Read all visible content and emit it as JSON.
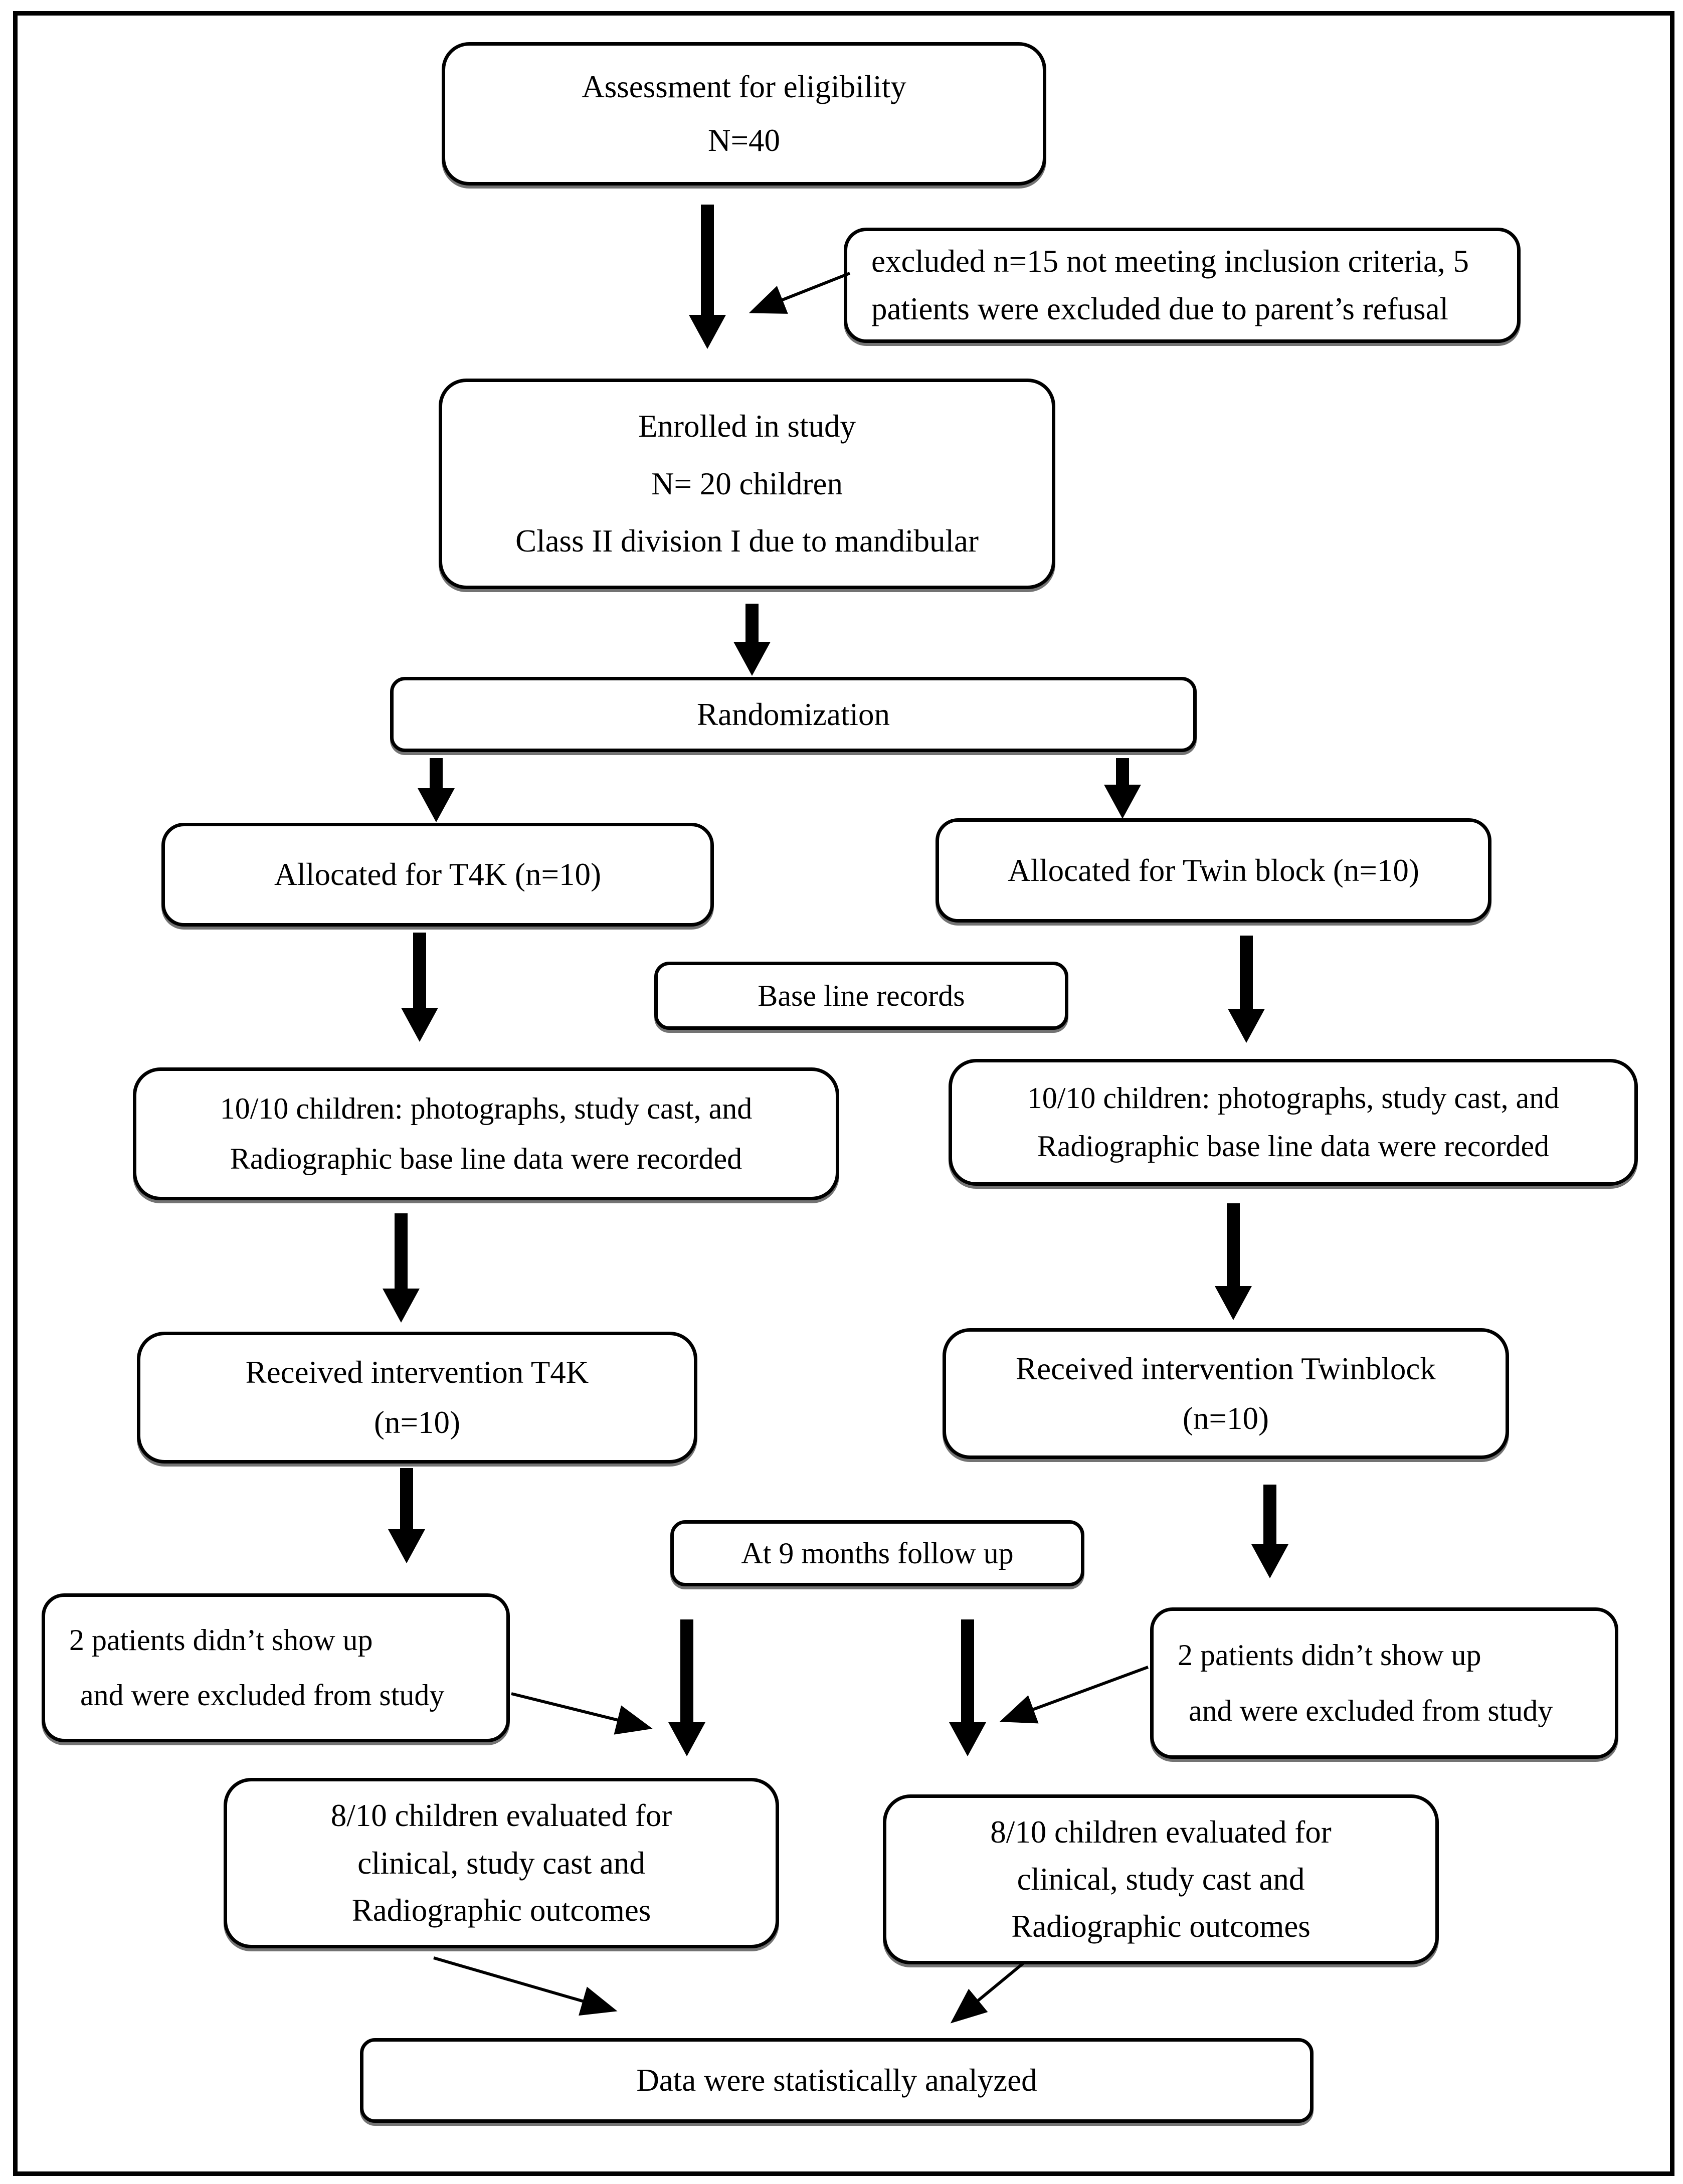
{
  "diagram": {
    "type": "flowchart",
    "description": "CONSORT-style participant flow diagram of a randomized trial comparing T4K and Twin block appliances",
    "colors": {
      "line": "#000000",
      "background": "#ffffff"
    },
    "boxes": {
      "assessment": {
        "line1": "Assessment for eligibility",
        "line2": "N=40"
      },
      "excluded": {
        "line1": "excluded n=15 not meeting inclusion criteria, 5",
        "line2": "patients were excluded due to parent’s refusal"
      },
      "enrolled": {
        "line1": "Enrolled in study",
        "line2": "N= 20 children",
        "line3": "Class II division I due to mandibular"
      },
      "randomization": {
        "line1": "Randomization"
      },
      "allocated_t4k": {
        "line1": "Allocated for T4K (n=10)"
      },
      "allocated_twinblock": {
        "line1": "Allocated for Twin block (n=10)"
      },
      "baseline_records": {
        "line1": "Base line records"
      },
      "baseline_t4k": {
        "line1": "10/10 children: photographs, study cast, and",
        "line2": "Radiographic base line data were recorded"
      },
      "baseline_twinblock": {
        "line1": "10/10 children: photographs, study cast, and",
        "line2": "Radiographic base line data were recorded"
      },
      "received_t4k": {
        "line1": "Received intervention T4K",
        "line2": "(n=10)"
      },
      "received_twinblock": {
        "line1": "Received intervention Twinblock",
        "line2": "(n=10)"
      },
      "followup": {
        "line1": "At 9 months follow up"
      },
      "dropout_t4k": {
        "line1": "2 patients didn’t show up",
        "line2": "and were excluded from study"
      },
      "dropout_twinblock": {
        "line1": "2 patients didn’t show up",
        "line2": "and were excluded from study"
      },
      "evaluated_t4k": {
        "line1": "8/10 children evaluated for",
        "line2": "clinical, study cast and",
        "line3": "Radiographic outcomes"
      },
      "evaluated_twinblock": {
        "line1": "8/10 children evaluated for",
        "line2": "clinical, study cast and",
        "line3": "Radiographic outcomes"
      },
      "analyzed": {
        "line1": "Data were statistically analyzed"
      }
    },
    "edges": [
      {
        "from": "assessment",
        "to": "enrolled"
      },
      {
        "from": "excluded",
        "to": "assessment-arrow"
      },
      {
        "from": "enrolled",
        "to": "randomization"
      },
      {
        "from": "randomization",
        "to": "allocated_t4k"
      },
      {
        "from": "randomization",
        "to": "allocated_twinblock"
      },
      {
        "from": "allocated_t4k",
        "to": "baseline_t4k"
      },
      {
        "from": "allocated_twinblock",
        "to": "baseline_twinblock"
      },
      {
        "from": "baseline_t4k",
        "to": "received_t4k"
      },
      {
        "from": "baseline_twinblock",
        "to": "received_twinblock"
      },
      {
        "from": "received_t4k",
        "to": "evaluated_t4k"
      },
      {
        "from": "received_twinblock",
        "to": "evaluated_twinblock"
      },
      {
        "from": "dropout_t4k",
        "to": "evaluated_t4k"
      },
      {
        "from": "dropout_twinblock",
        "to": "evaluated_twinblock"
      },
      {
        "from": "evaluated_t4k",
        "to": "analyzed"
      },
      {
        "from": "evaluated_twinblock",
        "to": "analyzed"
      }
    ]
  }
}
